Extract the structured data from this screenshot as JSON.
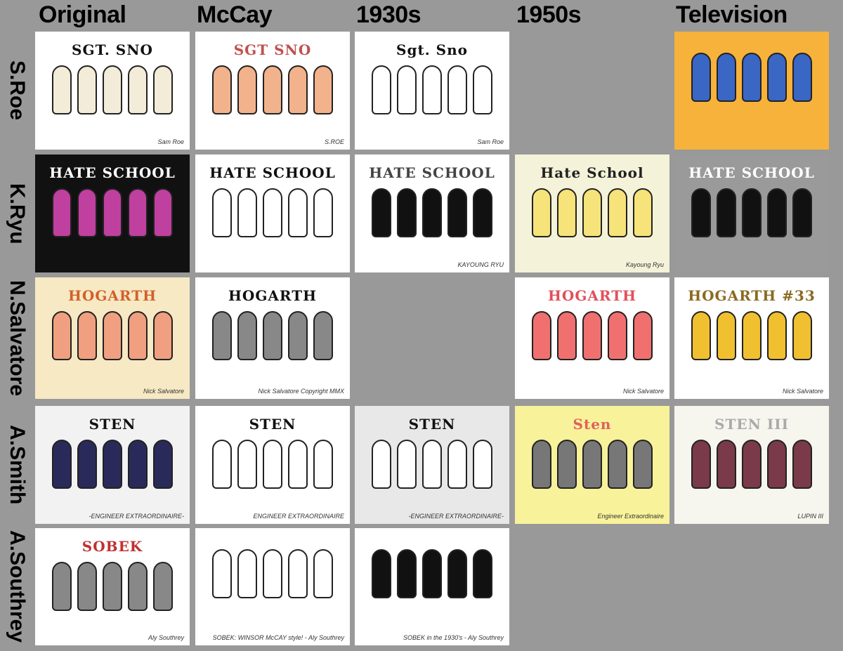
{
  "columns": [
    "Original",
    "McCay",
    "1930s",
    "1950s",
    "Television"
  ],
  "rows": [
    {
      "artist": "S.Roe",
      "cells": [
        {
          "title": "SGT. SNO",
          "bg": "#ffffff",
          "fg": "#111111",
          "fig": "#f3ecd8",
          "caption": "Sam Roe"
        },
        {
          "title": "SGT SNO",
          "bg": "#ffffff",
          "fg": "#c0504d",
          "fig": "#f2b28c",
          "caption": "S.ROE"
        },
        {
          "title": "Sgt. Sno",
          "bg": "#ffffff",
          "fg": "#111111",
          "fig": "#ffffff",
          "caption": "Sam Roe"
        },
        null,
        {
          "title": "",
          "bg": "#f6b23a",
          "fg": "#2c4a9a",
          "fig": "#3a66c4",
          "caption": ""
        }
      ]
    },
    {
      "artist": "K.Ryu",
      "cells": [
        {
          "title": "HATE SCHOOL",
          "bg": "#111111",
          "fg": "#ffffff",
          "fig": "#c040a0",
          "caption": ""
        },
        {
          "title": "HATE SCHOOL",
          "bg": "#ffffff",
          "fg": "#111111",
          "fig": "#ffffff",
          "caption": ""
        },
        {
          "title": "HATE SCHOOL",
          "bg": "#ffffff",
          "fg": "#444444",
          "fig": "#111111",
          "caption": "KAYOUNG RYU"
        },
        {
          "title": "Hate School",
          "bg": "#f4f2d8",
          "fg": "#222222",
          "fig": "#f6e37a",
          "caption": "Kayoung Ryu"
        },
        {
          "title": "HATE SCHOOL",
          "bg": "#9a9a9a",
          "fg": "#ffffff",
          "fig": "#111111",
          "caption": ""
        }
      ]
    },
    {
      "artist": "N.Salvatore",
      "cells": [
        {
          "title": "HOGARTH",
          "bg": "#f6e9c4",
          "fg": "#d2602a",
          "fig": "#f0a080",
          "caption": "Nick Salvatore"
        },
        {
          "title": "HOGARTH",
          "bg": "#ffffff",
          "fg": "#111111",
          "fig": "#888888",
          "caption": "Nick Salvatore  Copyright MMX"
        },
        null,
        {
          "title": "HOGARTH",
          "bg": "#ffffff",
          "fg": "#e0505a",
          "fig": "#f07070",
          "caption": "Nick Salvatore"
        },
        {
          "title": "HOGARTH #33",
          "bg": "#ffffff",
          "fg": "#8a6a20",
          "fig": "#f0c030",
          "caption": "Nick Salvatore"
        }
      ]
    },
    {
      "artist": "A.Smith",
      "cells": [
        {
          "title": "STEN",
          "bg": "#f2f2f2",
          "fg": "#111111",
          "fig": "#2a2a5a",
          "caption": "-ENGINEER EXTRAORDINAIRE-"
        },
        {
          "title": "STEN",
          "bg": "#ffffff",
          "fg": "#111111",
          "fig": "#ffffff",
          "caption": "ENGINEER EXTRAORDINAIRE"
        },
        {
          "title": "STEN",
          "bg": "#e8e8e8",
          "fg": "#111111",
          "fig": "#ffffff",
          "caption": "-ENGINEER EXTRAORDINAIRE-"
        },
        {
          "title": "Sten",
          "bg": "#f8f29a",
          "fg": "#e06060",
          "fig": "#777777",
          "caption": "Engineer Extraordinaire"
        },
        {
          "title": "STEN III",
          "bg": "#f6f6ee",
          "fg": "#aaaaaa",
          "fig": "#7a3a4a",
          "caption": "LUPIN III"
        }
      ]
    },
    {
      "artist": "A.Southrey",
      "cells": [
        {
          "title": "SOBEK",
          "bg": "#ffffff",
          "fg": "#c03030",
          "fig": "#888888",
          "caption": "Aly Southrey"
        },
        {
          "title": "",
          "bg": "#ffffff",
          "fg": "#111111",
          "fig": "#ffffff",
          "caption": "SOBEK: WINSOR McCAY style! - Aly Southrey"
        },
        {
          "title": "",
          "bg": "#ffffff",
          "fg": "#111111",
          "fig": "#111111",
          "caption": "SOBEK in the 1930's - Aly Southrey"
        },
        null,
        null
      ]
    }
  ]
}
